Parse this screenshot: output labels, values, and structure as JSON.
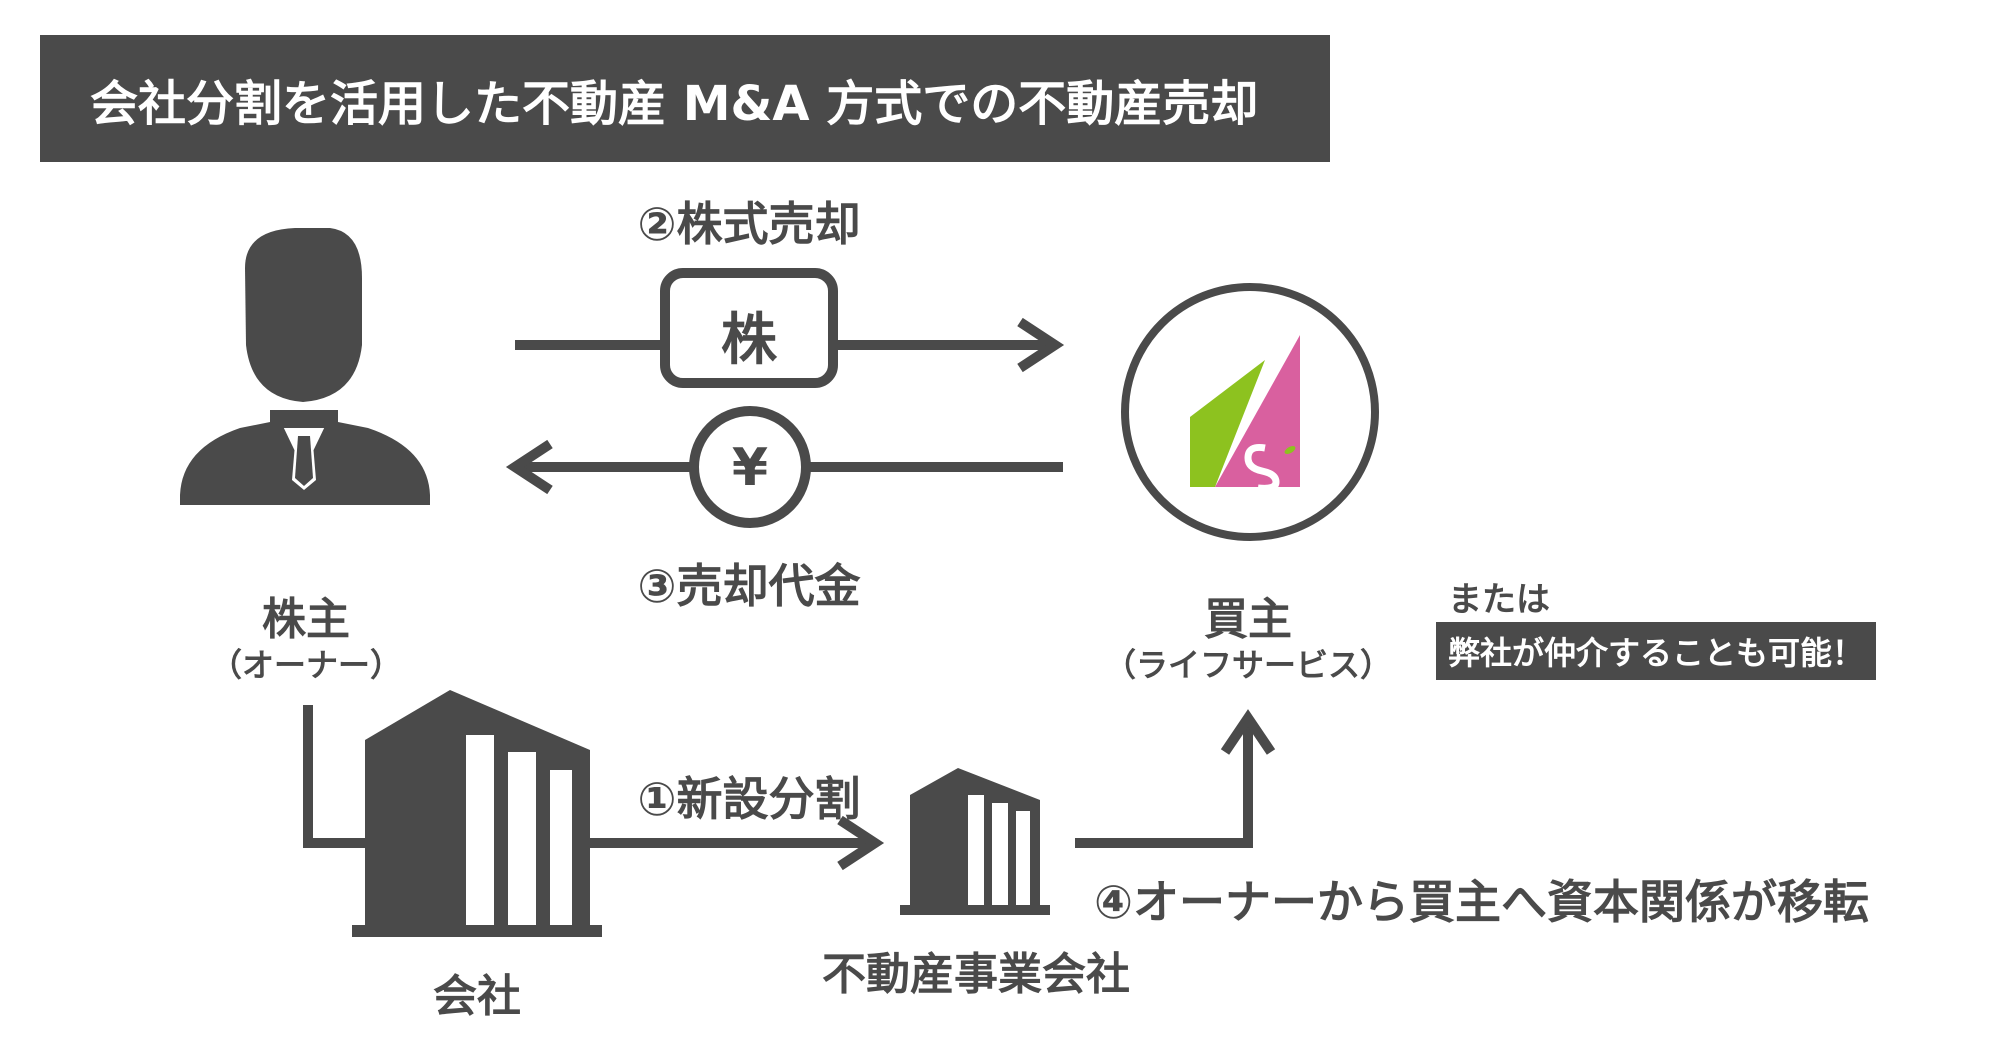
{
  "title": "会社分割を活用した不動産 M&A 方式での不動産売却",
  "steps": {
    "step2": "②株式売却",
    "step3": "③売却代金",
    "step1": "①新設分割",
    "step4": "④オーナーから買主へ資本関係が移転"
  },
  "badges": {
    "stock": "株",
    "yen": "¥"
  },
  "nodes": {
    "shareholder_name": "株主",
    "shareholder_sub": "（オーナー）",
    "buyer_name": "買主",
    "buyer_sub": "（ライフサービス）",
    "company": "会社",
    "real_estate_company": "不動産事業会社"
  },
  "alternative": {
    "or_label": "または",
    "note": "弊社が仲介することも可能！"
  },
  "colors": {
    "primary": "#4a4a4a",
    "logo_green": "#8dc21f",
    "logo_pink": "#d9609f"
  }
}
